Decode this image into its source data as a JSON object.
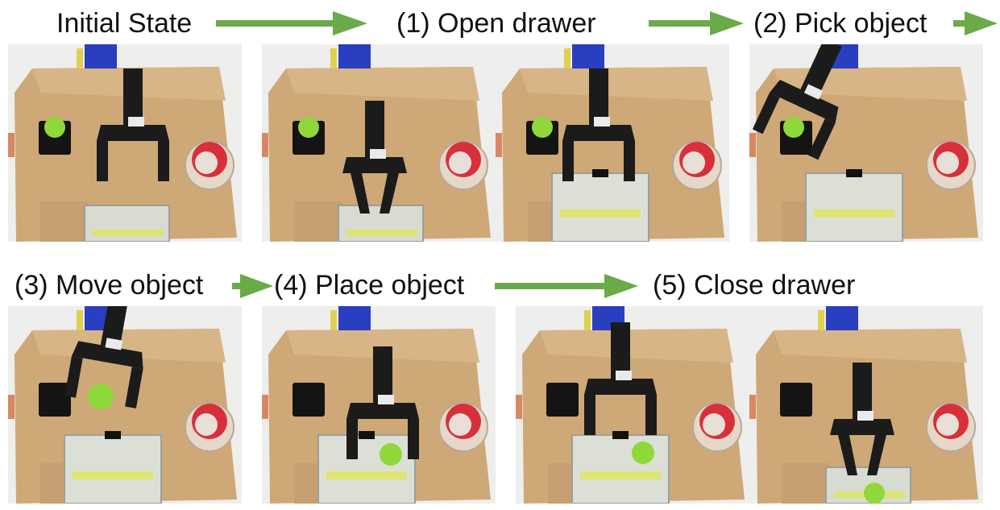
{
  "steps": {
    "initial": "Initial State",
    "s1": "(1) Open drawer",
    "s2": "(2) Pick object",
    "s3": "(3) Move object",
    "s4": "(4) Place object",
    "s5": "(5) Close drawer"
  },
  "colors": {
    "arrow": "#6aaa48",
    "board": "#cfa878",
    "ball": "#8fd83a",
    "gripper": "#1b1b1b",
    "cup_rim": "#d8303a"
  },
  "icons": {
    "arrow": "right-arrow-icon",
    "ball": "green-ball-icon",
    "gripper": "robot-gripper-icon"
  }
}
